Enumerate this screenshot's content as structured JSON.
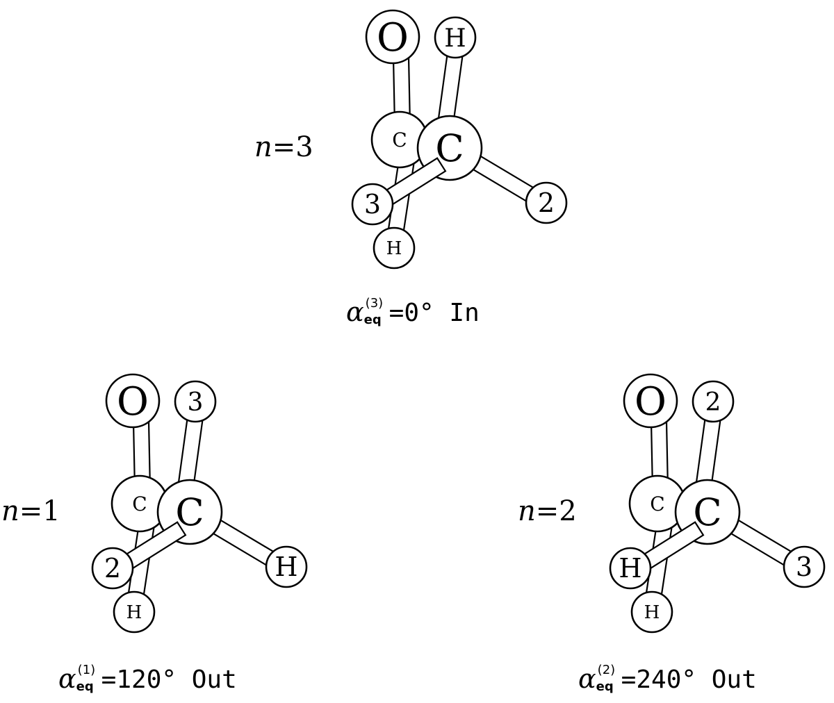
{
  "conformers": [
    {
      "id": "n3",
      "n_label": "n=3",
      "n_var": "n",
      "n_rest": "=3",
      "alpha_symbol": "α",
      "alpha_sup": "(3)",
      "alpha_sub": "eq",
      "alpha_value": "=0°",
      "state": "In",
      "atoms": {
        "O": "O",
        "H_top": "H",
        "C_back": "C",
        "C_front": "C",
        "left": "3",
        "right": "2",
        "H_bottom": "H"
      }
    },
    {
      "id": "n1",
      "n_label": "n=1",
      "n_var": "n",
      "n_rest": "=1",
      "alpha_symbol": "α",
      "alpha_sup": "(1)",
      "alpha_sub": "eq",
      "alpha_value": "=120°",
      "state": "Out",
      "atoms": {
        "O": "O",
        "H_top": "3",
        "C_back": "C",
        "C_front": "C",
        "left": "2",
        "right": "H",
        "H_bottom": "H"
      }
    },
    {
      "id": "n2",
      "n_label": "n=2",
      "n_var": "n",
      "n_rest": "=2",
      "alpha_symbol": "α",
      "alpha_sup": "(2)",
      "alpha_sub": "eq",
      "alpha_value": "=240°",
      "state": "Out",
      "atoms": {
        "O": "O",
        "H_top": "2",
        "C_back": "C",
        "C_front": "C",
        "left": "H",
        "right": "3",
        "H_bottom": "H"
      }
    }
  ]
}
